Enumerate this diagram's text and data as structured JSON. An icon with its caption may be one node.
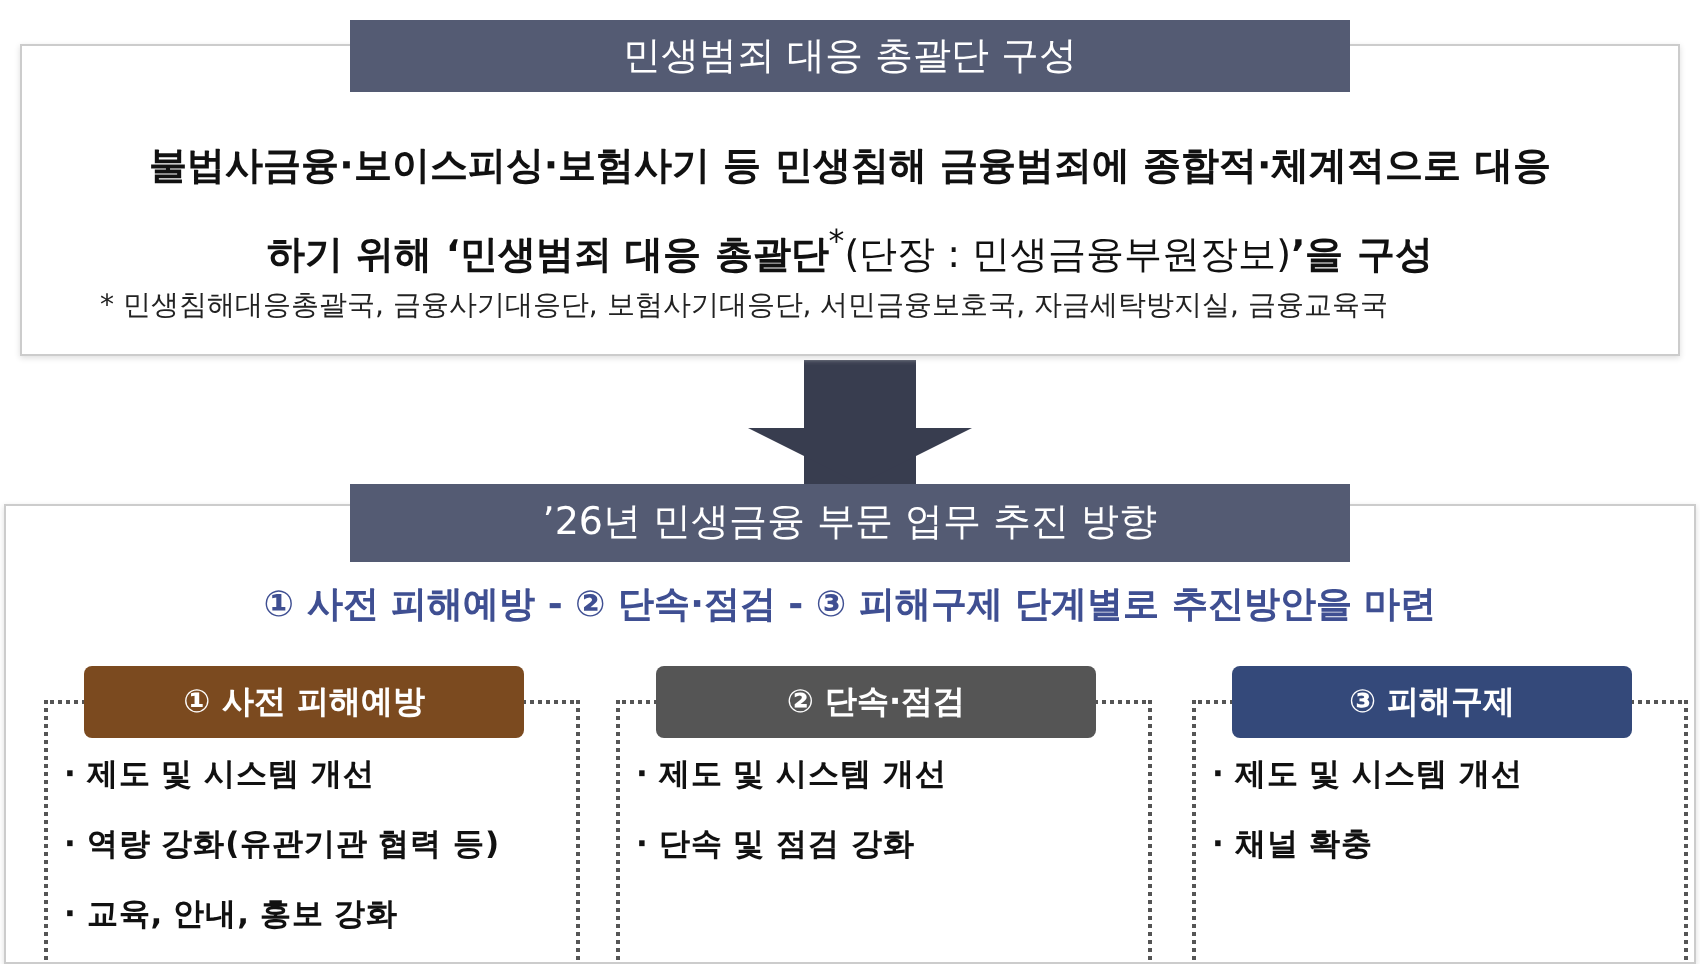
{
  "diagram": {
    "nodes": [
      {
        "text": [
          "민생범죄 대응 총괄단 구성",
          "**불법사금융·보이스피싱·보험사기 등 민생침해 금융범죄에 종합적·체계적으로 대응하기 위해 ‘민생범죄 대응 총괄단**$^{*}$(단장 : 민생금융부원장보)**’을 구성**",
          "* 민생침해대응총괄국, 금융사기대응단, 보험사기대응단, 서민금융보호국, 자금세탁방지실, 금융교육국"
        ]
      },
      {
        "text": [
          "’26년 민생금융 부문 업무 추진 방향",
          "① 사전 피해예방 - ② 단속·점검 - ③ 피해구제 단계별로 추진방안을 마련"
        ]
      },
      {
        "text": [
          "① 사전 피해예방",
          "· 제도 및 시스템 개선",
          "· 역량 강화(유관기관 협력 등)",
          "· 교육, 안내, 홍보 강화"
        ],
        "in": 1
      },
      {
        "text": [
          "② 단속·점검",
          "· 제도 및 시스템 개선",
          "· 단속 및 점검 강화"
        ],
        "in": 1
      },
      {
        "text": [
          "③ 피해구제",
          "· 제도 및 시스템 개선",
          "· 채널 확충"
        ],
        "in": 1
      }
    ],
    "edges": [
      {
        "from": 0,
        "to": 1,
        "arrow": "to"
      }
    ]
  }
}
